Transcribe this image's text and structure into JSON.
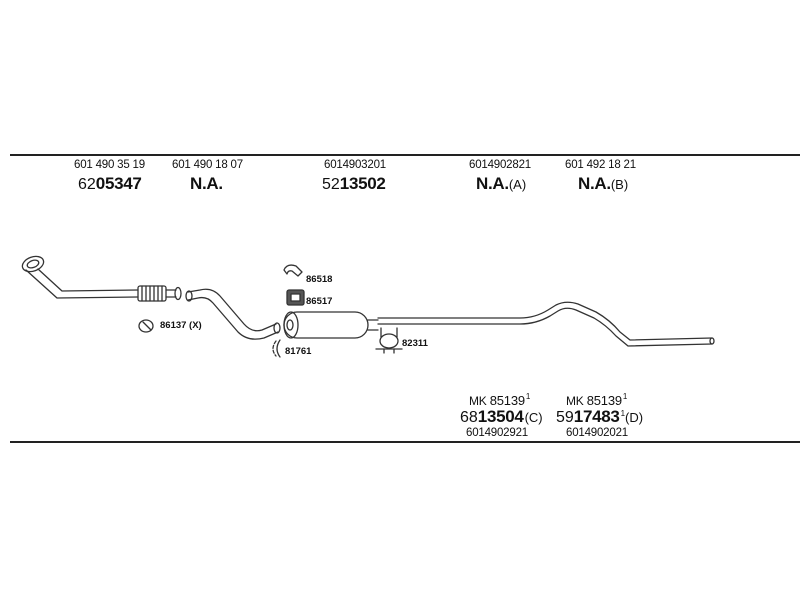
{
  "top_codes": [
    {
      "oe": "601 490 35 19",
      "prefix": "62",
      "number": "05347",
      "suffix": ""
    },
    {
      "oe": "601 490 18 07",
      "prefix": "",
      "number": "N.A.",
      "suffix": ""
    },
    {
      "oe": "6014903201",
      "prefix": "52",
      "number": "13502",
      "suffix": ""
    },
    {
      "oe": "6014902821",
      "prefix": "",
      "number": "N.A.",
      "suffix": "(A)"
    },
    {
      "oe": "601 492 18 21",
      "prefix": "",
      "number": "N.A.",
      "suffix": "(B)"
    }
  ],
  "parts": {
    "p86518": "86518",
    "p86517": "86517",
    "p86137": "86137 (X)",
    "p81761": "81761",
    "p82311": "82311"
  },
  "bottom_codes": [
    {
      "mk_prefix": "MK",
      "mk_number": "85139",
      "mk_sup": "1",
      "prefix": "68",
      "number": "13504",
      "sup": "",
      "suffix": "(C)",
      "oe": "6014902921"
    },
    {
      "mk_prefix": "MK",
      "mk_number": "85139",
      "mk_sup": "1",
      "prefix": "59",
      "number": "17483",
      "sup": "1",
      "suffix": "(D)",
      "oe": "6014902021"
    }
  ]
}
